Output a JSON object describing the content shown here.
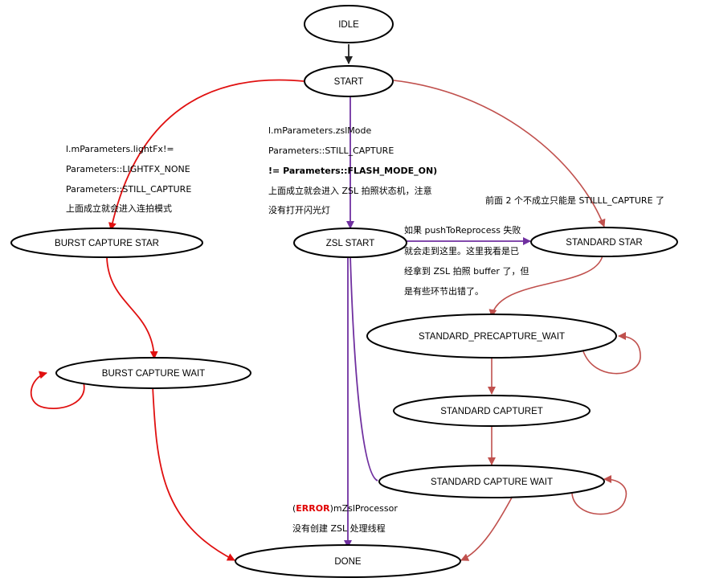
{
  "states": {
    "idle": "IDLE",
    "start": "START",
    "burst_capture_start": "BURST  CAPTURE  STAR",
    "burst_capture_wait": "BURST  CAPTURE  WAIT",
    "zsl_start": "ZSL  START",
    "standard_start": "STANDARD  STAR",
    "standard_precapture_wait": "STANDARD_PRECAPTURE_WAIT",
    "standard_capture": "STANDARD  CAPTURET",
    "standard_capture_wait": "STANDARD  CAPTURE  WAIT",
    "done": "DONE"
  },
  "annotations": {
    "burst_condition": {
      "line1": "l.mParameters.lightFx!=",
      "line2": "Parameters::LIGHTFX_NONE",
      "line3": "Parameters::STILL_CAPTURE",
      "line4": "上面成立就会进入连拍模式"
    },
    "zsl_condition": {
      "line1": "l.mParameters.zslMode",
      "line2": "Parameters::STILL_CAPTURE",
      "line3": "!= Parameters::FLASH_MODE_ON)",
      "line4": "上面成立就会进入 ZSL 拍照状态机，注意",
      "line5": "没有打开闪光灯"
    },
    "standard_fallback": "前面 2 个不成立只能是 STILLL_CAPTURE 了",
    "reprocess_fail": {
      "line1": "如果 pushToReprocess 失败",
      "line2": "就会走到这里。这里我看是已",
      "line3": "经拿到 ZSL 拍照 buffer 了，但",
      "line4": "是有些环节出错了。"
    },
    "zsl_error": {
      "error_tag": "ERROR",
      "line1_rest": "mZslProcessor",
      "line2": "没有创建 ZSL 处理线程"
    }
  },
  "colors": {
    "node_stroke": "#000000",
    "edge_black": "#222222",
    "edge_red": "#e01010",
    "edge_rose": "#c0504d",
    "edge_purple": "#7030a0",
    "error_text": "#e00000"
  }
}
